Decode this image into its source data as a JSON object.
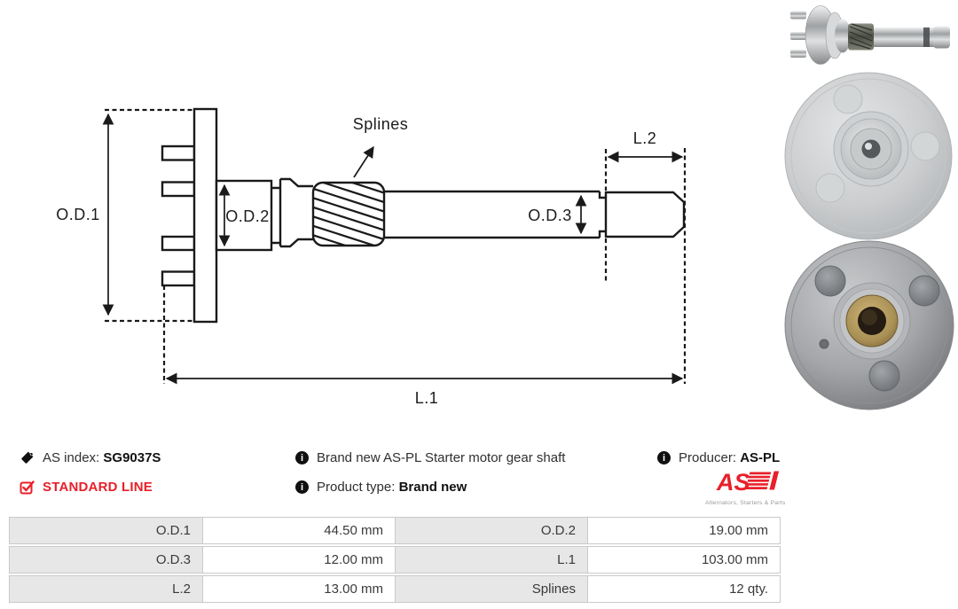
{
  "product_info": {
    "as_index": {
      "label": "AS index:",
      "value": "SG9037S"
    },
    "line_badge": "STANDARD LINE",
    "description": "Brand new AS-PL Starter motor gear shaft",
    "product_type": {
      "label": "Product type:",
      "value": "Brand new"
    },
    "producer": {
      "label": "Producer:",
      "value": "AS-PL"
    }
  },
  "brand": {
    "logo_text": "AS",
    "tagline": "Alternators, Starters & Parts"
  },
  "icons": {
    "info_glyph": "i",
    "names": [
      "tag-icon",
      "checkbox-checked-icon",
      "info-icon"
    ]
  },
  "diagram": {
    "labels": {
      "od1": "O.D.1",
      "od2": "O.D.2",
      "od3": "O.D.3",
      "l1": "L.1",
      "l2": "L.2",
      "splines": "Splines"
    }
  },
  "specs": [
    {
      "label": "O.D.1",
      "value": "44.50 mm"
    },
    {
      "label": "O.D.2",
      "value": "19.00 mm"
    },
    {
      "label": "O.D.3",
      "value": "12.00 mm"
    },
    {
      "label": "L.1",
      "value": "103.00 mm"
    },
    {
      "label": "L.2",
      "value": "13.00 mm"
    },
    {
      "label": "Splines",
      "value": "12 qty."
    }
  ],
  "colors": {
    "accent_red": "#e8202a",
    "table_label_bg": "#e7e7e7",
    "table_border": "#c9c9c9",
    "drawing_line": "#1a1a1a"
  }
}
